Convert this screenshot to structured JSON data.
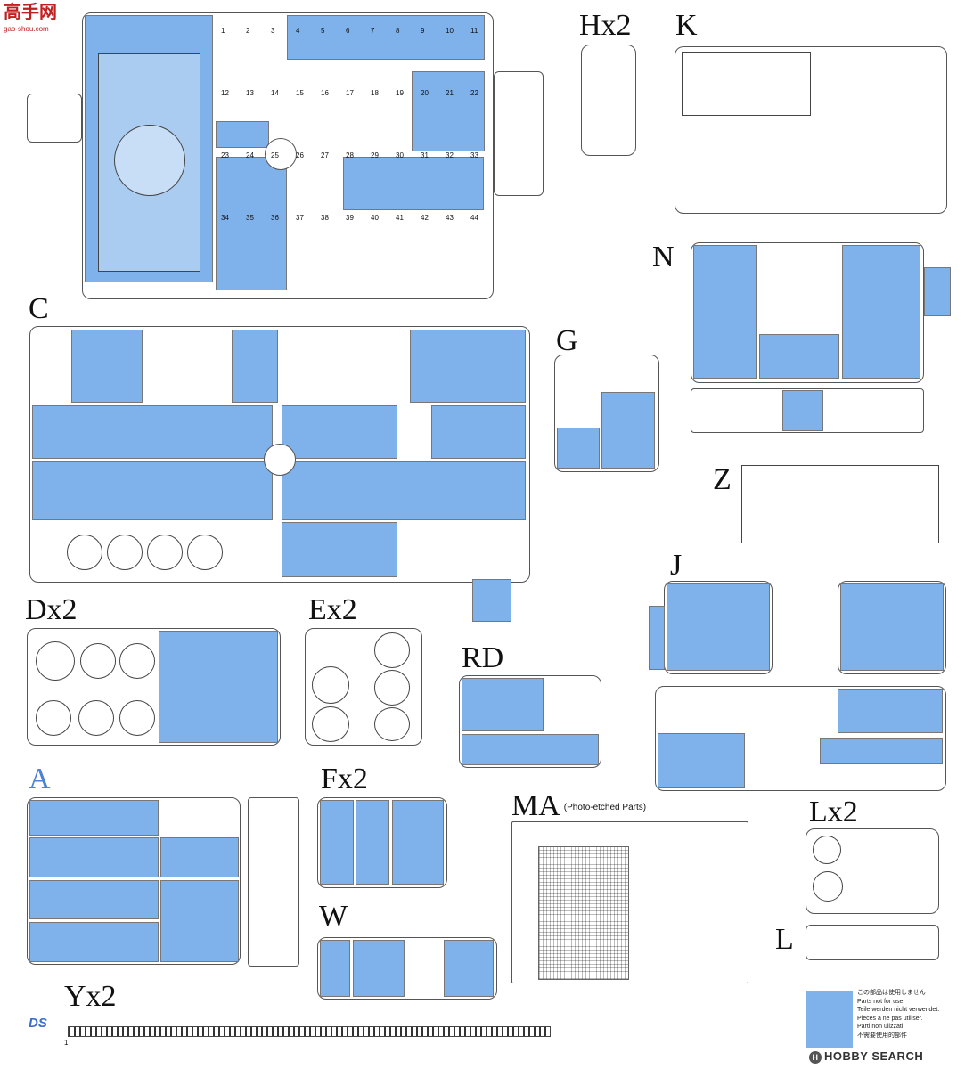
{
  "watermark_top_left": {
    "logo_text": "高手网",
    "url": "gao-shou.com"
  },
  "sprue_labels": {
    "C": "C",
    "Hx2": "Hx2",
    "K": "K",
    "N": "N",
    "G": "G",
    "Z": "Z",
    "J": "J",
    "Dx2": "Dx2",
    "Ex2": "Ex2",
    "RD": "RD",
    "A": "A",
    "Fx2": "Fx2",
    "MA": "MA",
    "MA_sub": "(Photo-etched Parts)",
    "W": "W",
    "Lx2": "Lx2",
    "L": "L",
    "Yx2": "Yx2"
  },
  "legend": {
    "lines": [
      "この部品は使用しません",
      "Parts not for use.",
      "Teile werden nicht verwendet.",
      "Pieces a ne pas utiliser.",
      "Parti non ulizzati",
      "不需要使用的部件"
    ]
  },
  "logo_ds": "DS",
  "logo_hobby": {
    "emblem": "H",
    "text": "HOBBY SEARCH"
  },
  "colors": {
    "unused_blue": "#7fb1ea",
    "label_A": "#4a82d6"
  },
  "part_numbers": {
    "top_left_sprue": [
      "1",
      "2",
      "3",
      "4",
      "5",
      "6",
      "7",
      "8",
      "9",
      "10",
      "11",
      "12",
      "13",
      "14",
      "15",
      "16",
      "17",
      "18",
      "19",
      "20",
      "21",
      "22",
      "23",
      "24",
      "25",
      "26",
      "27",
      "28",
      "29",
      "30",
      "31",
      "32",
      "33",
      "34",
      "35",
      "36",
      "37",
      "38",
      "39",
      "40",
      "41",
      "42",
      "43",
      "44"
    ],
    "track_number": "1"
  }
}
